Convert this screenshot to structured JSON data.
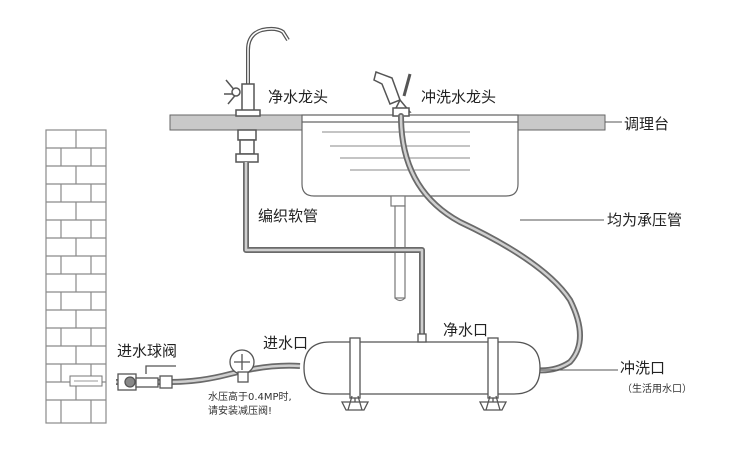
{
  "labels": {
    "clean_faucet": "净水龙头",
    "rinse_faucet": "冲洗水龙头",
    "countertop": "调理台",
    "braided_hose": "编织软管",
    "pressure_pipes": "均为承压管",
    "clean_outlet": "净水口",
    "inlet": "进水口",
    "ball_valve": "进水球阀",
    "rinse_outlet": "冲洗口",
    "domestic_outlet": "（生活用水口）",
    "pressure_note_1": "水压高于0.4MP时,",
    "pressure_note_2": "请安装减压阀!"
  },
  "colors": {
    "line": "#555555",
    "pipe": "#6a6a6a",
    "pipe_fill": "#b8b8b8",
    "counter_fill": "#c9c9c9",
    "brick": "#8a8a8a",
    "text": "#222222"
  }
}
